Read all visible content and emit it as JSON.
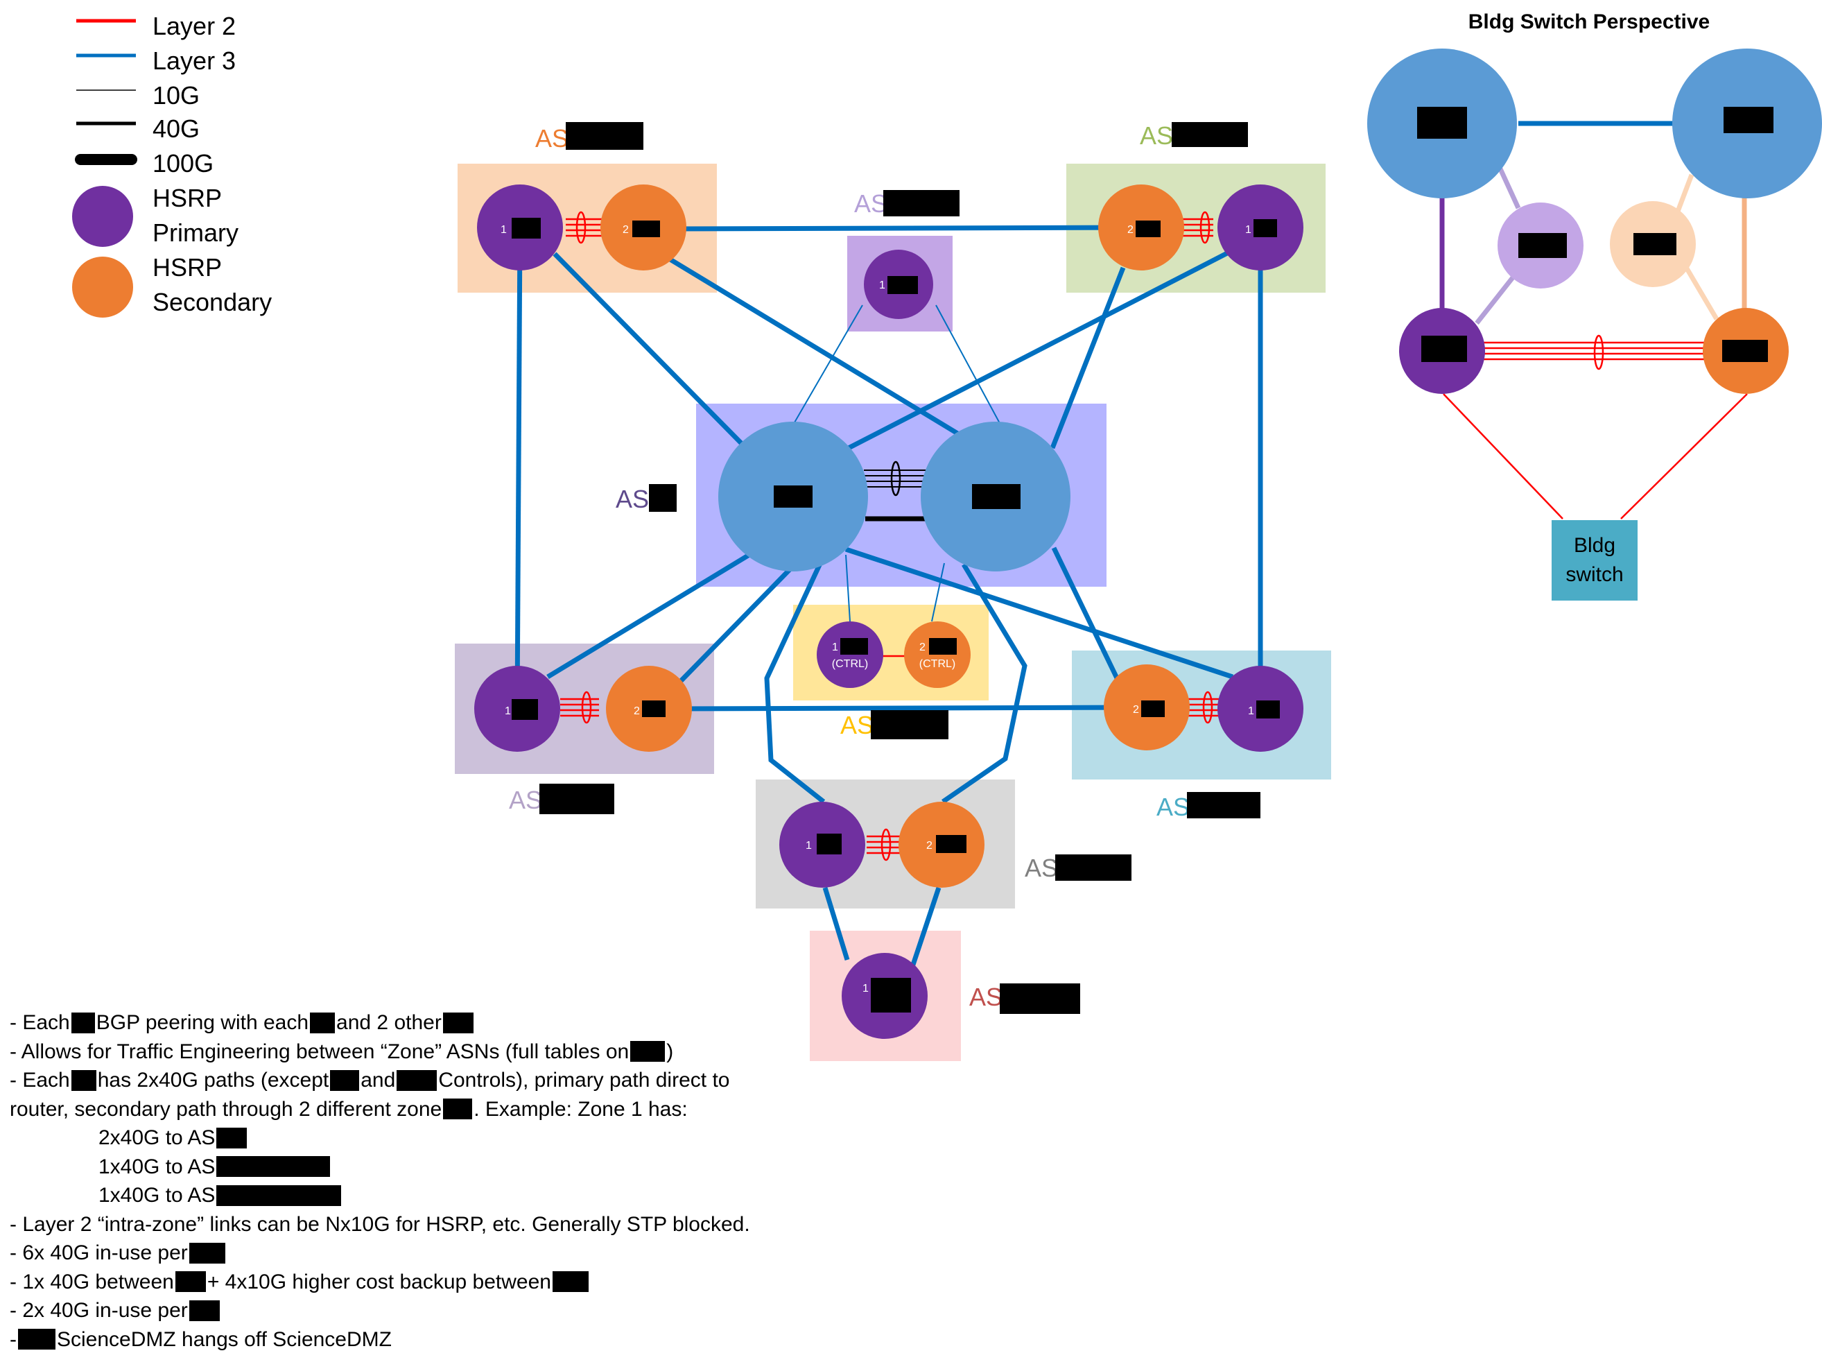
{
  "legend": {
    "layer2": "Layer 2",
    "layer3": "Layer 3",
    "g10": "10G",
    "g40": "40G",
    "g100": "100G",
    "hsrp_primary": [
      "HSRP",
      "Primary"
    ],
    "hsrp_secondary": [
      "HSRP",
      "Secondary"
    ]
  },
  "colors": {
    "layer2": "#ff0000",
    "layer3": "#0070c0",
    "primary": "#7030a0",
    "secondary": "#ed7d31",
    "core": "#5b9bd5",
    "bldg_switch": "#4bacc6",
    "zone_orange": "#fbd5b5",
    "zone_green": "#d7e4bd",
    "zone_purple": "#c3a6e6",
    "zone_core": "#b4b4ff",
    "zone_yellow": "#ffe699",
    "zone_lilac": "#ccc1da",
    "zone_cyan": "#b7dde8",
    "zone_gray": "#d9d9d9",
    "zone_pink": "#fcd5d6"
  },
  "as_label": "AS",
  "node_labels": {
    "n1": "1",
    "n2": "2",
    "ctrl": "(CTRL)"
  },
  "bldg_perspective": {
    "title": "Bldg Switch Perspective",
    "switch_label": [
      "Bldg",
      "switch"
    ]
  },
  "notes": [
    {
      "indent": false,
      "parts": [
        "- Each",
        "#",
        "BGP peering with each",
        "#",
        "and 2 other",
        "#"
      ]
    },
    {
      "indent": false,
      "parts": [
        "- Allows for Traffic Engineering between “Zone” ASNs (full tables on",
        "#",
        ")"
      ]
    },
    {
      "indent": false,
      "parts": [
        "- Each",
        "#",
        "has 2x40G paths (except",
        "#",
        "and",
        "#",
        "Controls), primary path direct to"
      ]
    },
    {
      "indent": false,
      "parts": [
        "router, secondary path through 2 different zone",
        "#",
        ". Example: Zone 1 has:"
      ]
    },
    {
      "indent": true,
      "parts": [
        "2x40G to AS",
        "#"
      ]
    },
    {
      "indent": true,
      "parts": [
        "1x40G to AS",
        "#"
      ]
    },
    {
      "indent": true,
      "parts": [
        "1x40G to AS",
        "#"
      ]
    },
    {
      "indent": false,
      "parts": [
        "- Layer 2 “intra-zone” links can be Nx10G for HSRP, etc. Generally STP blocked."
      ]
    },
    {
      "indent": false,
      "parts": [
        "- 6x 40G in-use per",
        "#"
      ]
    },
    {
      "indent": false,
      "parts": [
        "- 1x 40G between",
        "#",
        "+ 4x10G higher cost backup between",
        "#"
      ]
    },
    {
      "indent": false,
      "parts": [
        "- 2x 40G in-use per",
        "#"
      ]
    },
    {
      "indent": false,
      "parts": [
        "-",
        "#",
        "ScienceDMZ hangs off ScienceDMZ"
      ]
    }
  ]
}
